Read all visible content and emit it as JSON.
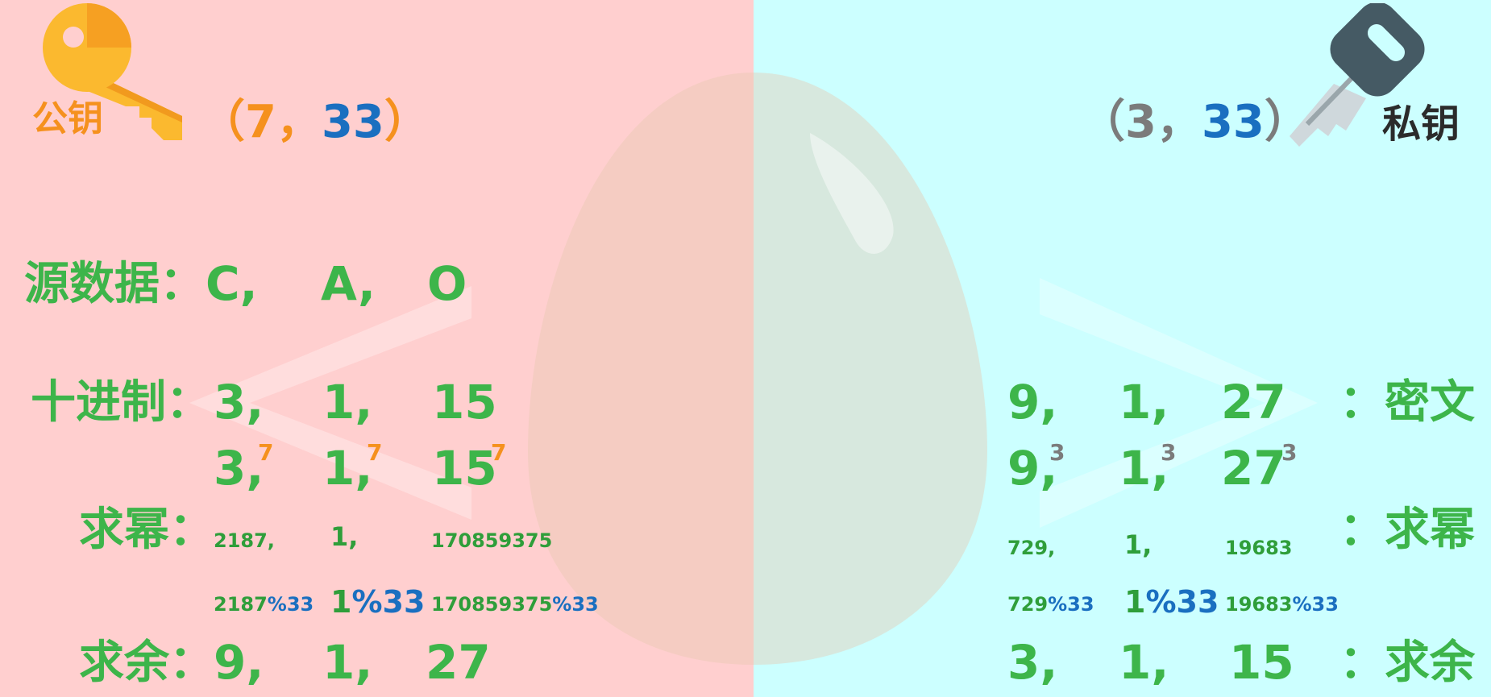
{
  "colors": {
    "left_bg": "#ffcfcf",
    "right_bg": "#ccffff",
    "green": "#3db54a",
    "orange": "#f5911e",
    "blue": "#1a6fc0",
    "gray": "#7b7b7b"
  },
  "public_key": {
    "icon": "key-icon",
    "label": "公钥",
    "open": "（",
    "e": "7",
    "comma": "，",
    "n": "33",
    "close": "）"
  },
  "private_key": {
    "icon": "key-icon",
    "label": "私钥",
    "open": "（",
    "d": "3",
    "comma": "，",
    "n": "33",
    "close": "）"
  },
  "encrypt": {
    "source_label": "源数据：",
    "source": [
      "C,",
      "A,",
      "O"
    ],
    "decimal_label": "十进制：",
    "decimal": [
      "3,",
      "1,",
      "15"
    ],
    "power_base": [
      "3,",
      "1,",
      "15"
    ],
    "exponent": "7",
    "power_label": "求幂：",
    "power": [
      "2187,",
      "1,",
      "170859375"
    ],
    "mod_base": [
      "2187",
      "1",
      "170859375"
    ],
    "mod_suffix": "%33",
    "remainder_label": "求余：",
    "remainder": [
      "9,",
      "1,",
      "27"
    ]
  },
  "decrypt": {
    "cipher": [
      "9,",
      "1,",
      "27"
    ],
    "cipher_label": "：密文",
    "power_base": [
      "9,",
      "1,",
      "27"
    ],
    "exponent": "3",
    "power": [
      "729,",
      "1,",
      "19683"
    ],
    "power_label": "：求幂",
    "mod_base": [
      "729",
      "1",
      "19683"
    ],
    "mod_suffix": "%33",
    "remainder": [
      "3,",
      "1,",
      "15"
    ],
    "remainder_label": "：求余"
  }
}
